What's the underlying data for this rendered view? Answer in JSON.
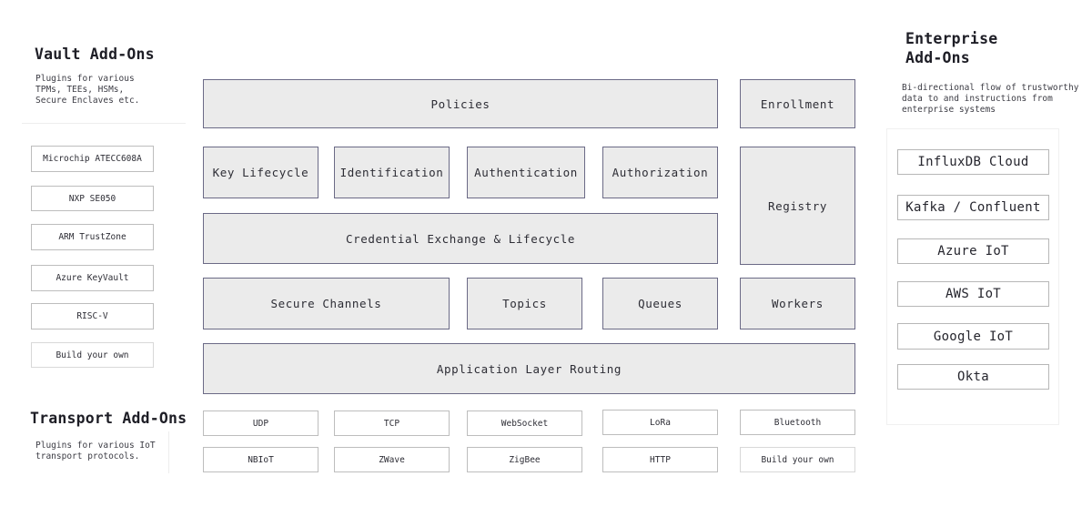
{
  "vault": {
    "title": "Vault Add-Ons",
    "desc_lines": [
      "Plugins for various",
      "TPMs, TEEs, HSMs,",
      "Secure Enclaves etc."
    ],
    "items": [
      {
        "label": "Microchip ATECC608A"
      },
      {
        "label": "NXP SE050"
      },
      {
        "label": "ARM TrustZone"
      },
      {
        "label": "Azure KeyVault"
      },
      {
        "label": "RISC-V"
      },
      {
        "label": "Build your own"
      }
    ]
  },
  "transport": {
    "title": "Transport Add-Ons",
    "desc_lines": [
      "Plugins for various IoT",
      "transport protocols."
    ],
    "items": [
      {
        "label": "UDP"
      },
      {
        "label": "TCP"
      },
      {
        "label": "WebSocket"
      },
      {
        "label": "LoRa"
      },
      {
        "label": "Bluetooth"
      },
      {
        "label": "NBIoT"
      },
      {
        "label": "ZWave"
      },
      {
        "label": "ZigBee"
      },
      {
        "label": "HTTP"
      },
      {
        "label": "Build your own"
      }
    ]
  },
  "core": {
    "policies": "Policies",
    "enrollment": "Enrollment",
    "key_lifecycle": "Key Lifecycle",
    "identification": "Identification",
    "authentication": "Authentication",
    "authorization": "Authorization",
    "registry": "Registry",
    "credential_exchange": "Credential Exchange & Lifecycle",
    "secure_channels": "Secure Channels",
    "topics": "Topics",
    "queues": "Queues",
    "workers": "Workers",
    "routing": "Application Layer Routing"
  },
  "enterprise": {
    "title_lines": [
      "Enterprise",
      "Add-Ons"
    ],
    "desc_lines": [
      "Bi-directional flow of trustworthy",
      "data to and instructions from",
      "enterprise systems"
    ],
    "items": [
      {
        "label": "InfluxDB Cloud"
      },
      {
        "label": "Kafka / Confluent"
      },
      {
        "label": "Azure IoT"
      },
      {
        "label": "AWS IoT"
      },
      {
        "label": "Google IoT"
      },
      {
        "label": "Okta"
      }
    ]
  },
  "colors": {
    "core_fill": "#ebebeb",
    "core_border": "#6b6a86",
    "addon_border": "#bdbdbd"
  }
}
